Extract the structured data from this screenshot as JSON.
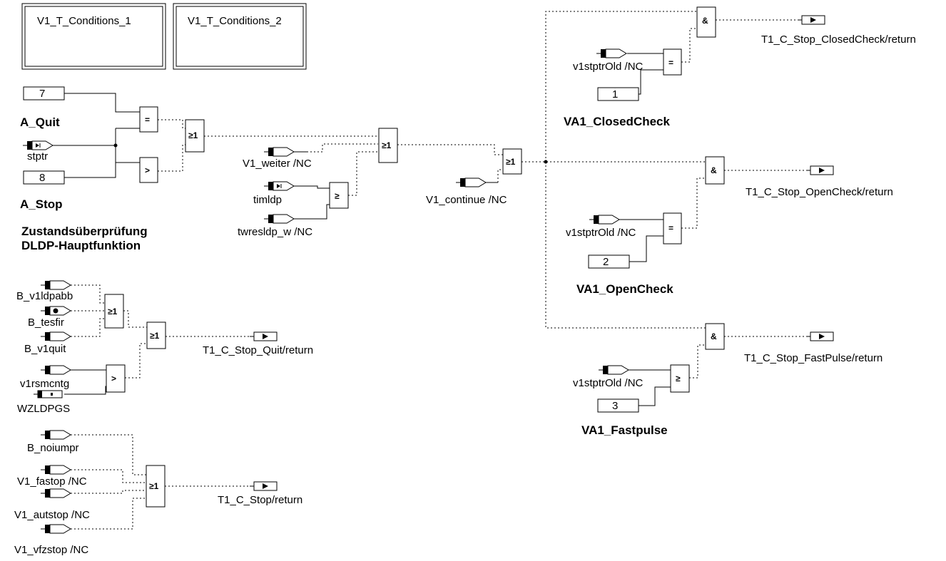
{
  "subsystems": [
    {
      "id": "sub1",
      "label": "V1_T_Conditions_1"
    },
    {
      "id": "sub2",
      "label": "V1_T_Conditions_2"
    }
  ],
  "constants": [
    {
      "id": "c7",
      "value": "7"
    },
    {
      "id": "c8",
      "value": "8"
    },
    {
      "id": "c1",
      "value": "1"
    },
    {
      "id": "c2",
      "value": "2"
    },
    {
      "id": "c3",
      "value": "3"
    }
  ],
  "block_labels": [
    {
      "id": "aquit",
      "text": "A_Quit"
    },
    {
      "id": "astop",
      "text": "A_Stop"
    },
    {
      "id": "zust1",
      "text": "Zustandsüberprüfung"
    },
    {
      "id": "zust2",
      "text": "DLDP-Hauptfunktion"
    },
    {
      "id": "vaclosed",
      "text": "VA1_ClosedCheck"
    },
    {
      "id": "vaopen",
      "text": "VA1_OpenCheck"
    },
    {
      "id": "vafast",
      "text": "VA1_Fastpulse"
    }
  ],
  "inputs": [
    {
      "id": "stptr",
      "label": "stptr",
      "kind": "var"
    },
    {
      "id": "weiter",
      "label": "V1_weiter /NC",
      "kind": "in"
    },
    {
      "id": "timldp",
      "label": "timldp",
      "kind": "var"
    },
    {
      "id": "twresldp",
      "label": "twresldp_w /NC",
      "kind": "in"
    },
    {
      "id": "continue",
      "label": "V1_continue /NC",
      "kind": "in"
    },
    {
      "id": "old1",
      "label": "v1stptrOld /NC",
      "kind": "in"
    },
    {
      "id": "old2",
      "label": "v1stptrOld /NC",
      "kind": "in"
    },
    {
      "id": "old3",
      "label": "v1stptrOld /NC",
      "kind": "in"
    },
    {
      "id": "bv1ldpabb",
      "label": "B_v1ldpabb",
      "kind": "in"
    },
    {
      "id": "btesfir",
      "label": "B_tesfir",
      "kind": "dot"
    },
    {
      "id": "bv1quit",
      "label": "B_v1quit",
      "kind": "in"
    },
    {
      "id": "v1rsmcntg",
      "label": "v1rsmcntg",
      "kind": "in"
    },
    {
      "id": "wzldpgs",
      "label": "WZLDPGS",
      "kind": "param"
    },
    {
      "id": "bnoiumpr",
      "label": "B_noiumpr",
      "kind": "in"
    },
    {
      "id": "fastop",
      "label": "V1_fastop /NC",
      "kind": "in"
    },
    {
      "id": "autstop",
      "label": "V1_autstop /NC",
      "kind": "in"
    },
    {
      "id": "vfzstop",
      "label": "V1_vfzstop /NC",
      "kind": "in"
    }
  ],
  "outputs": [
    {
      "id": "out_closed",
      "label": "T1_C_Stop_ClosedCheck/return"
    },
    {
      "id": "out_open",
      "label": "T1_C_Stop_OpenCheck/return"
    },
    {
      "id": "out_fast",
      "label": "T1_C_Stop_FastPulse/return"
    },
    {
      "id": "out_quit",
      "label": "T1_C_Stop_Quit/return"
    },
    {
      "id": "out_stop",
      "label": "T1_C_Stop/return"
    }
  ],
  "operators": [
    {
      "id": "eq_aquit",
      "symbol": "="
    },
    {
      "id": "gt_astop",
      "symbol": ">"
    },
    {
      "id": "or_a",
      "symbol": "≥1"
    },
    {
      "id": "or_main",
      "symbol": "≥1"
    },
    {
      "id": "ge_tim",
      "symbol": "≥"
    },
    {
      "id": "or_cont",
      "symbol": "≥1"
    },
    {
      "id": "and_closed",
      "symbol": "&"
    },
    {
      "id": "eq_closed",
      "symbol": "="
    },
    {
      "id": "and_open",
      "symbol": "&"
    },
    {
      "id": "eq_open",
      "symbol": "="
    },
    {
      "id": "and_fast",
      "symbol": "&"
    },
    {
      "id": "ge_fast",
      "symbol": "≥"
    },
    {
      "id": "or_q1",
      "symbol": "≥1"
    },
    {
      "id": "or_q2",
      "symbol": "≥1"
    },
    {
      "id": "gt_rsm",
      "symbol": ">"
    },
    {
      "id": "or_stop",
      "symbol": "≥1"
    }
  ]
}
